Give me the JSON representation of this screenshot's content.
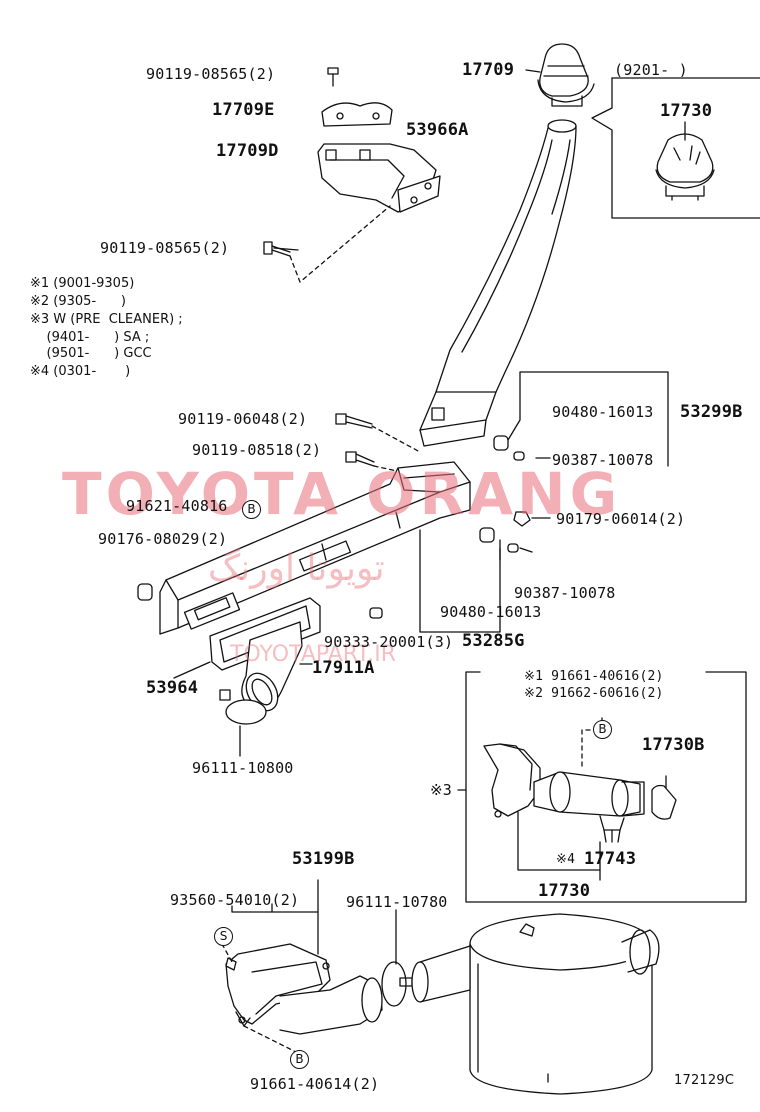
{
  "labels": {
    "p_90119_08565_top": "90119-08565(2)",
    "p_17709E": "17709E",
    "p_17709D": "17709D",
    "p_53966A": "53966A",
    "p_90119_08565_mid": "90119-08565(2)",
    "p_17709": "17709",
    "p_9201": "(9201-      )",
    "p_17730_inset": "17730",
    "p_90119_06048": "90119-06048(2)",
    "p_90119_08518": "90119-08518(2)",
    "p_90480_16013_top": "90480-16013",
    "p_53299B": "53299B",
    "p_90387_10078_top": "90387-10078",
    "p_91621_40816": "91621-40816",
    "p_90179_06014": "90179-06014(2)",
    "p_90176_08029": "90176-08029(2)",
    "p_90387_10078_mid": "90387-10078",
    "p_90480_16013_mid": "90480-16013",
    "p_90333_20001": "90333-20001(3)",
    "p_53285G": "53285G",
    "p_53964": "53964",
    "p_17911A": "17911A",
    "p_96111_10800": "96111-10800",
    "p_91661_40616": "※1 91661-40616(2)",
    "p_91662_60616": "※2 91662-60616(2)",
    "p_17730B": "17730B",
    "p_note3": "※3",
    "p_17743_mark": "※4",
    "p_17743": "17743",
    "p_17730": "17730",
    "p_53199B": "53199B",
    "p_93560_54010": "93560-54010(2)",
    "p_96111_10780": "96111-10780",
    "p_91661_40614": "91661-40614(2)",
    "p_code": "172129C"
  },
  "notes": [
    "※1 (9001-9305)",
    "※2 (9305-      )",
    "※3 W (PRE  CLEANER) ;",
    "    (9401-      ) SA ;",
    "    (9501-      ) GCC",
    "※4 (0301-       )"
  ],
  "markers": {
    "b": "B",
    "s": "S"
  },
  "watermark": {
    "main": "TOYOTA ORANG",
    "persian": "تويوتا اورنگ",
    "url": "TOYOTAPART.IR",
    "color": "#e86e78"
  }
}
